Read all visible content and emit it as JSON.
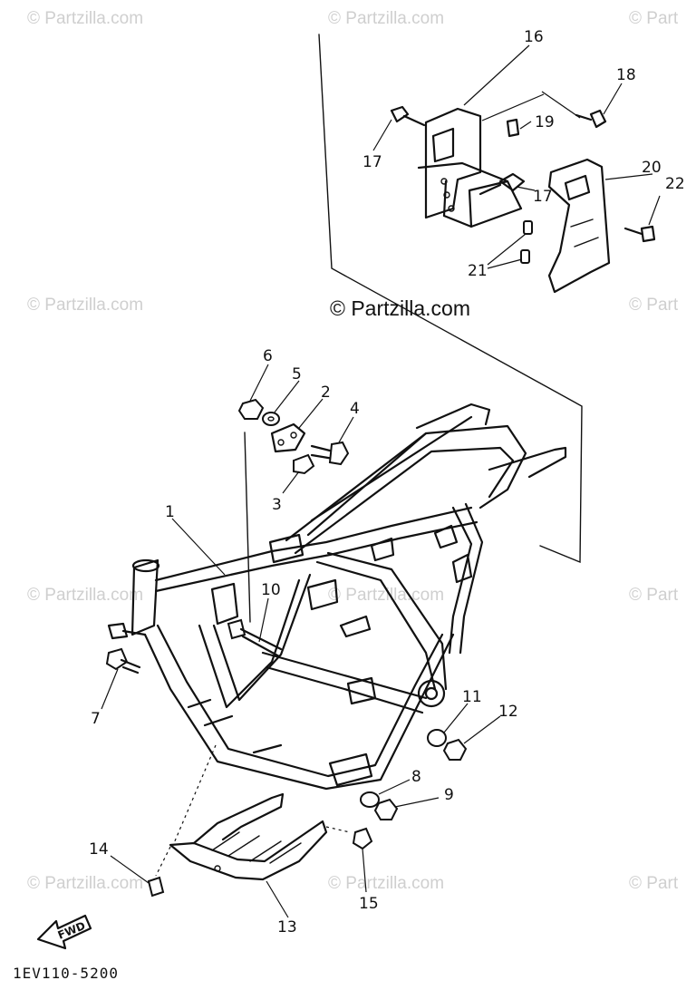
{
  "watermarks": {
    "main": "© Partzilla.com",
    "repeat": "© Partzilla.com",
    "repeat_cut": "© Part"
  },
  "diagram_code": "1EV110-5200",
  "fwd_label": "FWD",
  "callouts": [
    "1",
    "2",
    "3",
    "4",
    "5",
    "6",
    "7",
    "8",
    "9",
    "10",
    "11",
    "12",
    "13",
    "14",
    "15",
    "16",
    "17",
    "17",
    "18",
    "19",
    "20",
    "21",
    "22"
  ]
}
